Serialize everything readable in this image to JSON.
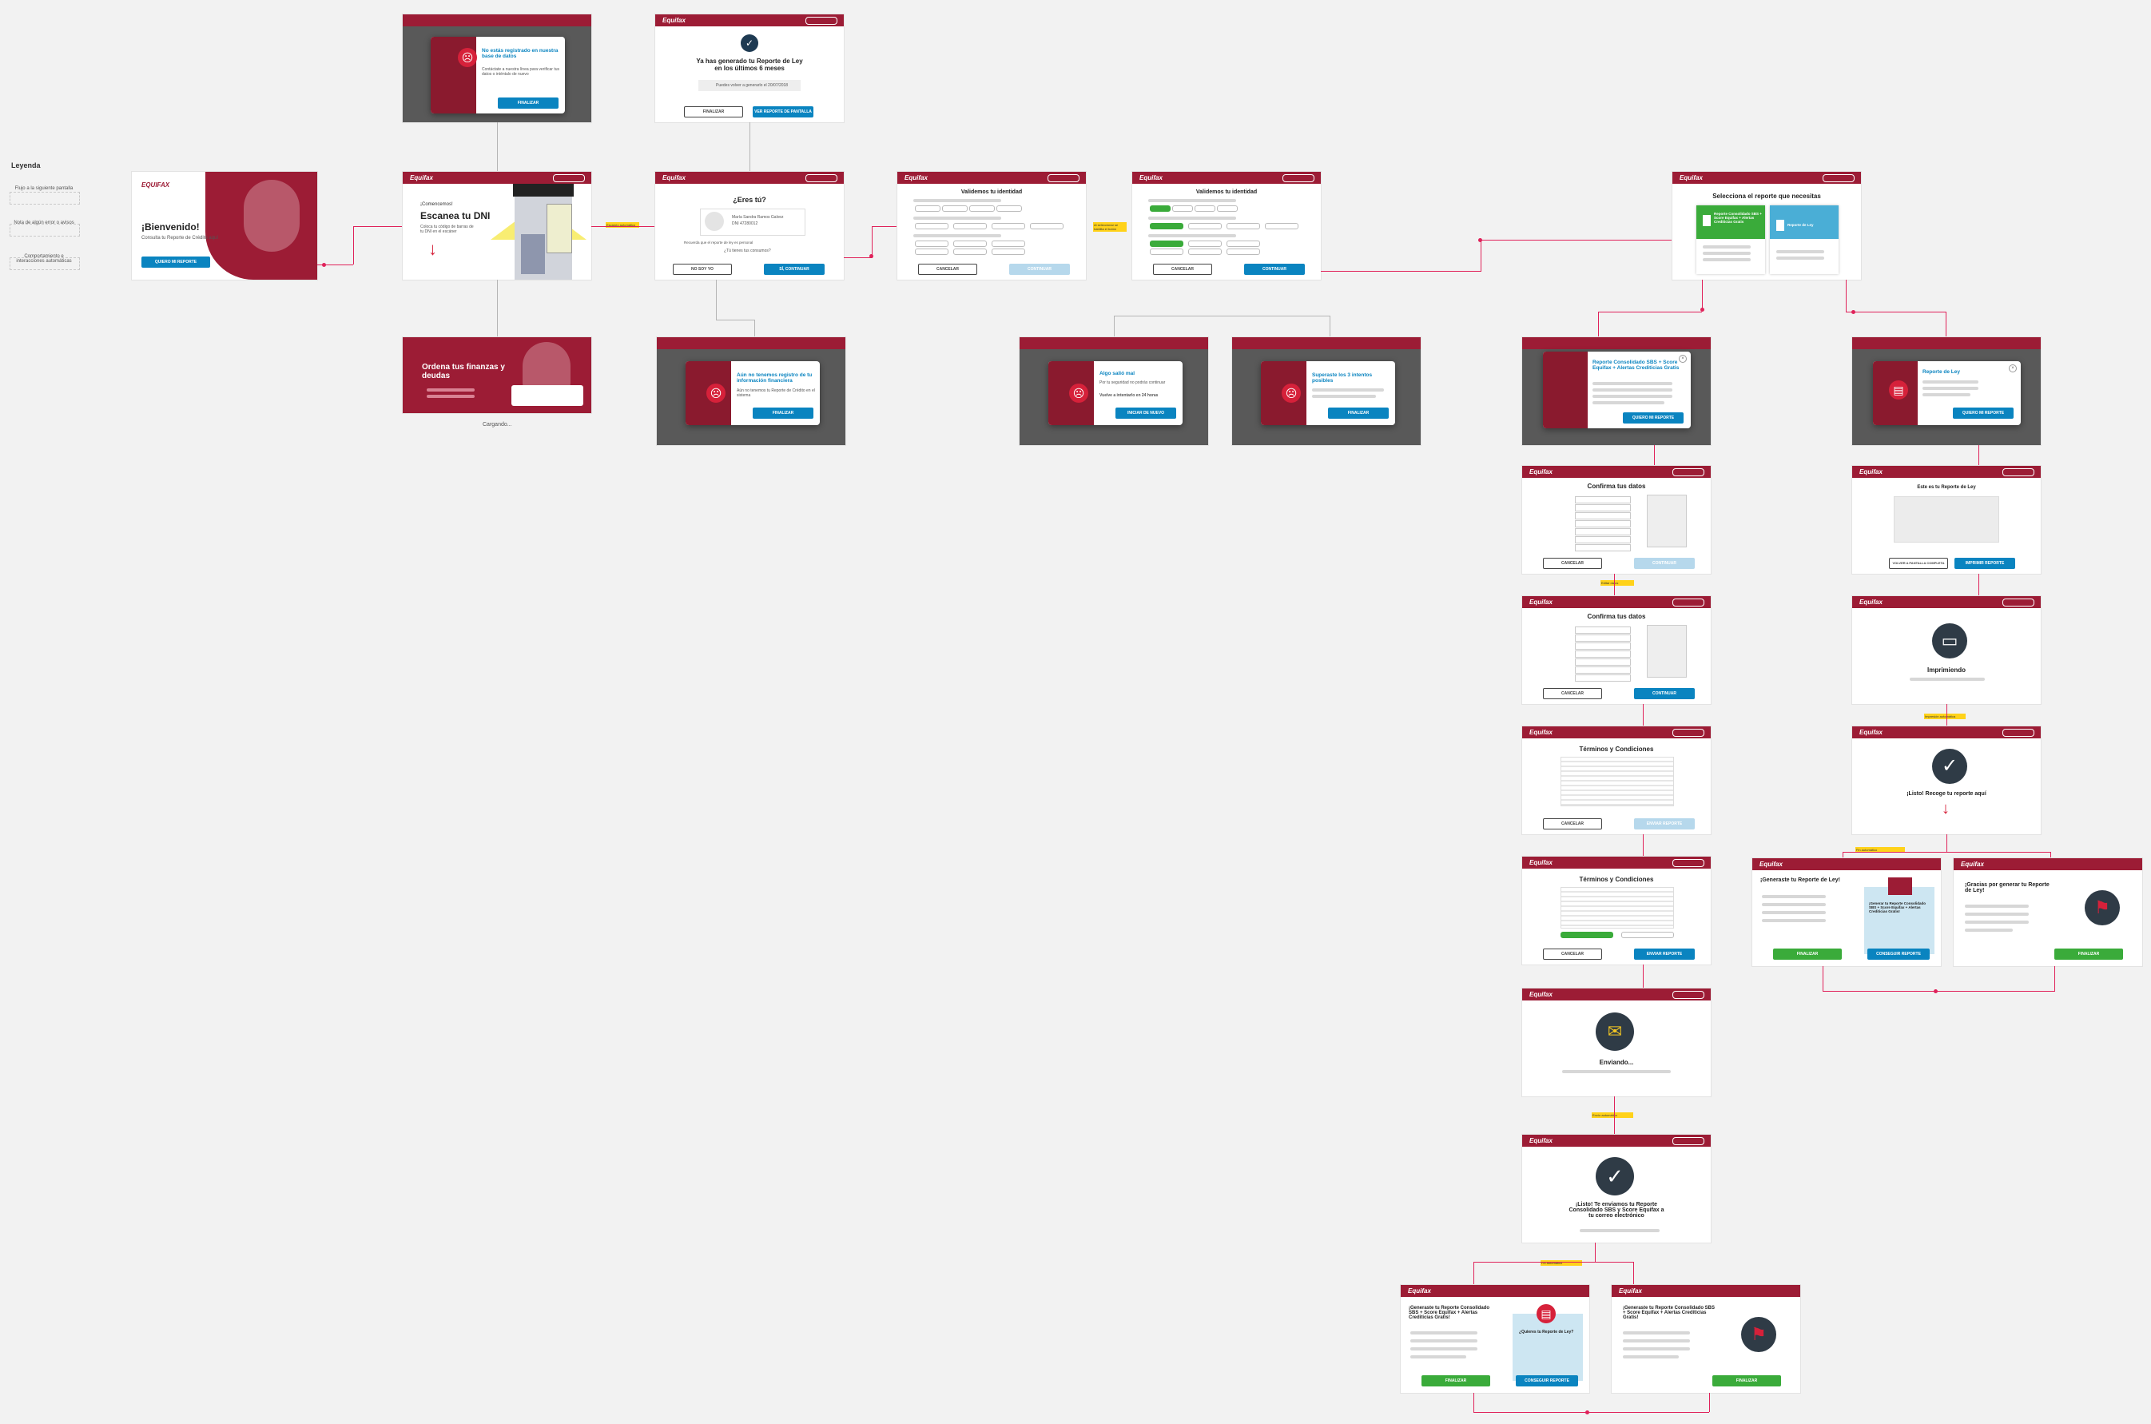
{
  "legend": {
    "title": "Leyenda",
    "items": [
      "Flujo a la siguiente pantalla",
      "Nota de algún error o avisos",
      "Comportamiento e interacciones automáticas"
    ]
  },
  "brand": {
    "logo": "EQUIFAX",
    "header_logo": "Equifax",
    "accent": "#9c1c35",
    "primary": "#0a84c0",
    "success": "#3aab3a",
    "connector": "#e0225a"
  },
  "welcome": {
    "title": "¡Bienvenido!",
    "subtitle": "Consulta tu Reporte de Crédito aquí",
    "button": "QUIERO MI REPORTE"
  },
  "not_registered": {
    "title": "No estás registrado en nuestra base de datos",
    "text": "Contáctate a nuestra línea para verificar tus datos o inténtalo de nuevo",
    "button": "FINALIZAR"
  },
  "already_generated": {
    "title": "Ya has generado tu Reporte de Ley en los últimos 6 meses",
    "info": "Puedes volver a generarlo el 20/07/2018",
    "btn_back": "FINALIZAR",
    "btn_next": "VER REPORTE DE PANTALLA"
  },
  "scan": {
    "kicker": "¡Comencemos!",
    "title": "Escanea tu DNI",
    "text": "Coloca tu código de barras de tu DNI en el escáner"
  },
  "loading": {
    "title": "Ordena tus finanzas y deudas",
    "caption": "Cargando..."
  },
  "are_you": {
    "title": "¿Eres tú?",
    "name": "María Sandra Ramos Galvez",
    "doc": "DNI 47280012",
    "warning": "Recuerda que el reporte de ley es personal",
    "question": "¿Tú tienes tus consumos?",
    "btn_no": "NO SOY YO",
    "btn_yes": "SÍ, CONTINUAR"
  },
  "no_info": {
    "title": "Aún no tenemos registro de tu información financiera",
    "text": "Aún no tenemos tu Reporte de Crédito en el sistema",
    "button": "FINALIZAR"
  },
  "validate": {
    "title": "Validemos tu identidad",
    "btn_cancel": "CANCELAR",
    "btn_continue": "CONTINUAR"
  },
  "wrong": {
    "title": "Algo salió mal",
    "text": "Por tu seguridad no podrás continuar",
    "text2": "Vuelve a intentarlo en 24 horas",
    "button": "INICIAR DE NUEVO"
  },
  "exceeded": {
    "title": "Superaste los 3 intentos posibles",
    "button": "FINALIZAR"
  },
  "select": {
    "title": "Selecciona el reporte que necesitas",
    "card1": "Reporte Consolidado SBS + Score Equifax + Alertas Crediticias Gratis",
    "card2": "Reporte de Ley"
  },
  "modal_sbs": {
    "title": "Reporte Consolidado SBS + Score Equifax + Alertas Crediticias Gratis",
    "button": "QUIERO MI REPORTE"
  },
  "modal_ley": {
    "title": "Reporte de Ley",
    "button": "QUIERO MI REPORTE"
  },
  "confirm": {
    "title": "Confirma tus datos",
    "btn_cancel": "CANCELAR",
    "btn_continue": "CONTINUAR"
  },
  "terms": {
    "title": "Términos y Condiciones",
    "btn_cancel": "CANCELAR",
    "btn_send": "ENVIAR REPORTE"
  },
  "sending": {
    "title": "Enviando..."
  },
  "sent": {
    "title": "¡Listo! Te enviamos tu Reporte Consolidado SBS y Score Equifax a tu correo electrónico"
  },
  "preview": {
    "title": "Este es tu Reporte de Ley",
    "btn_back": "VOLVER A PANTALLA COMPLETA",
    "btn_print": "IMPRIMIR REPORTE"
  },
  "printing": {
    "title": "Imprimiendo"
  },
  "ready": {
    "title": "¡Listo! Recoge tu reporte aquí"
  },
  "final_left": {
    "title": "¡Generaste tu Reporte Consolidado SBS + Score Equifax + Alertas Crediticias Gratis!",
    "aside": "¿Quieres tu Reporte de Ley?",
    "btn": "FINALIZAR",
    "btn2": "CONSEGUIR REPORTE"
  },
  "final_right": {
    "title": "¡Generaste tu Reporte Consolidado SBS + Score Equifax + Alertas Crediticias Gratis!",
    "btn": "FINALIZAR"
  },
  "final_ley_left": {
    "title": "¡Generaste tu Reporte de Ley!",
    "aside": "¡Generar tu Reporte Consolidado SBS + Score Equifax + Alertas Crediticias Gratis!",
    "btn": "FINALIZAR",
    "btn2": "CONSEGUIR REPORTE"
  },
  "final_ley_right": {
    "title": "¡Gracias por generar tu Reporte de Ley!",
    "btn": "FINALIZAR"
  }
}
